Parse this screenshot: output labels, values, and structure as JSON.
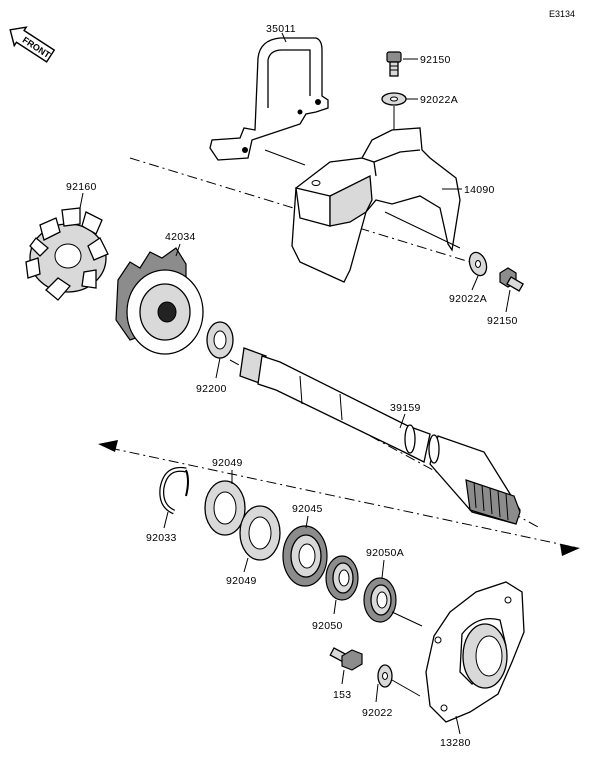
{
  "diagram_code": "E3134",
  "front_label": "FRONT",
  "parts": {
    "bracket": "35011",
    "bolt_top": "92150",
    "washer_top": "92022A",
    "cover": "14090",
    "washer_right": "92022A",
    "bolt_right": "92150",
    "damper": "92160",
    "coupler": "42034",
    "washer_shaft": "92200",
    "drive_shaft": "39159",
    "circlip": "92033",
    "shim_a": "92049",
    "shim_b": "92049",
    "bearing": "92045",
    "oil_seal_a": "92050",
    "oil_seal_b": "92050A",
    "bolt_housing": "153",
    "washer_housing": "92022",
    "housing": "13280"
  }
}
